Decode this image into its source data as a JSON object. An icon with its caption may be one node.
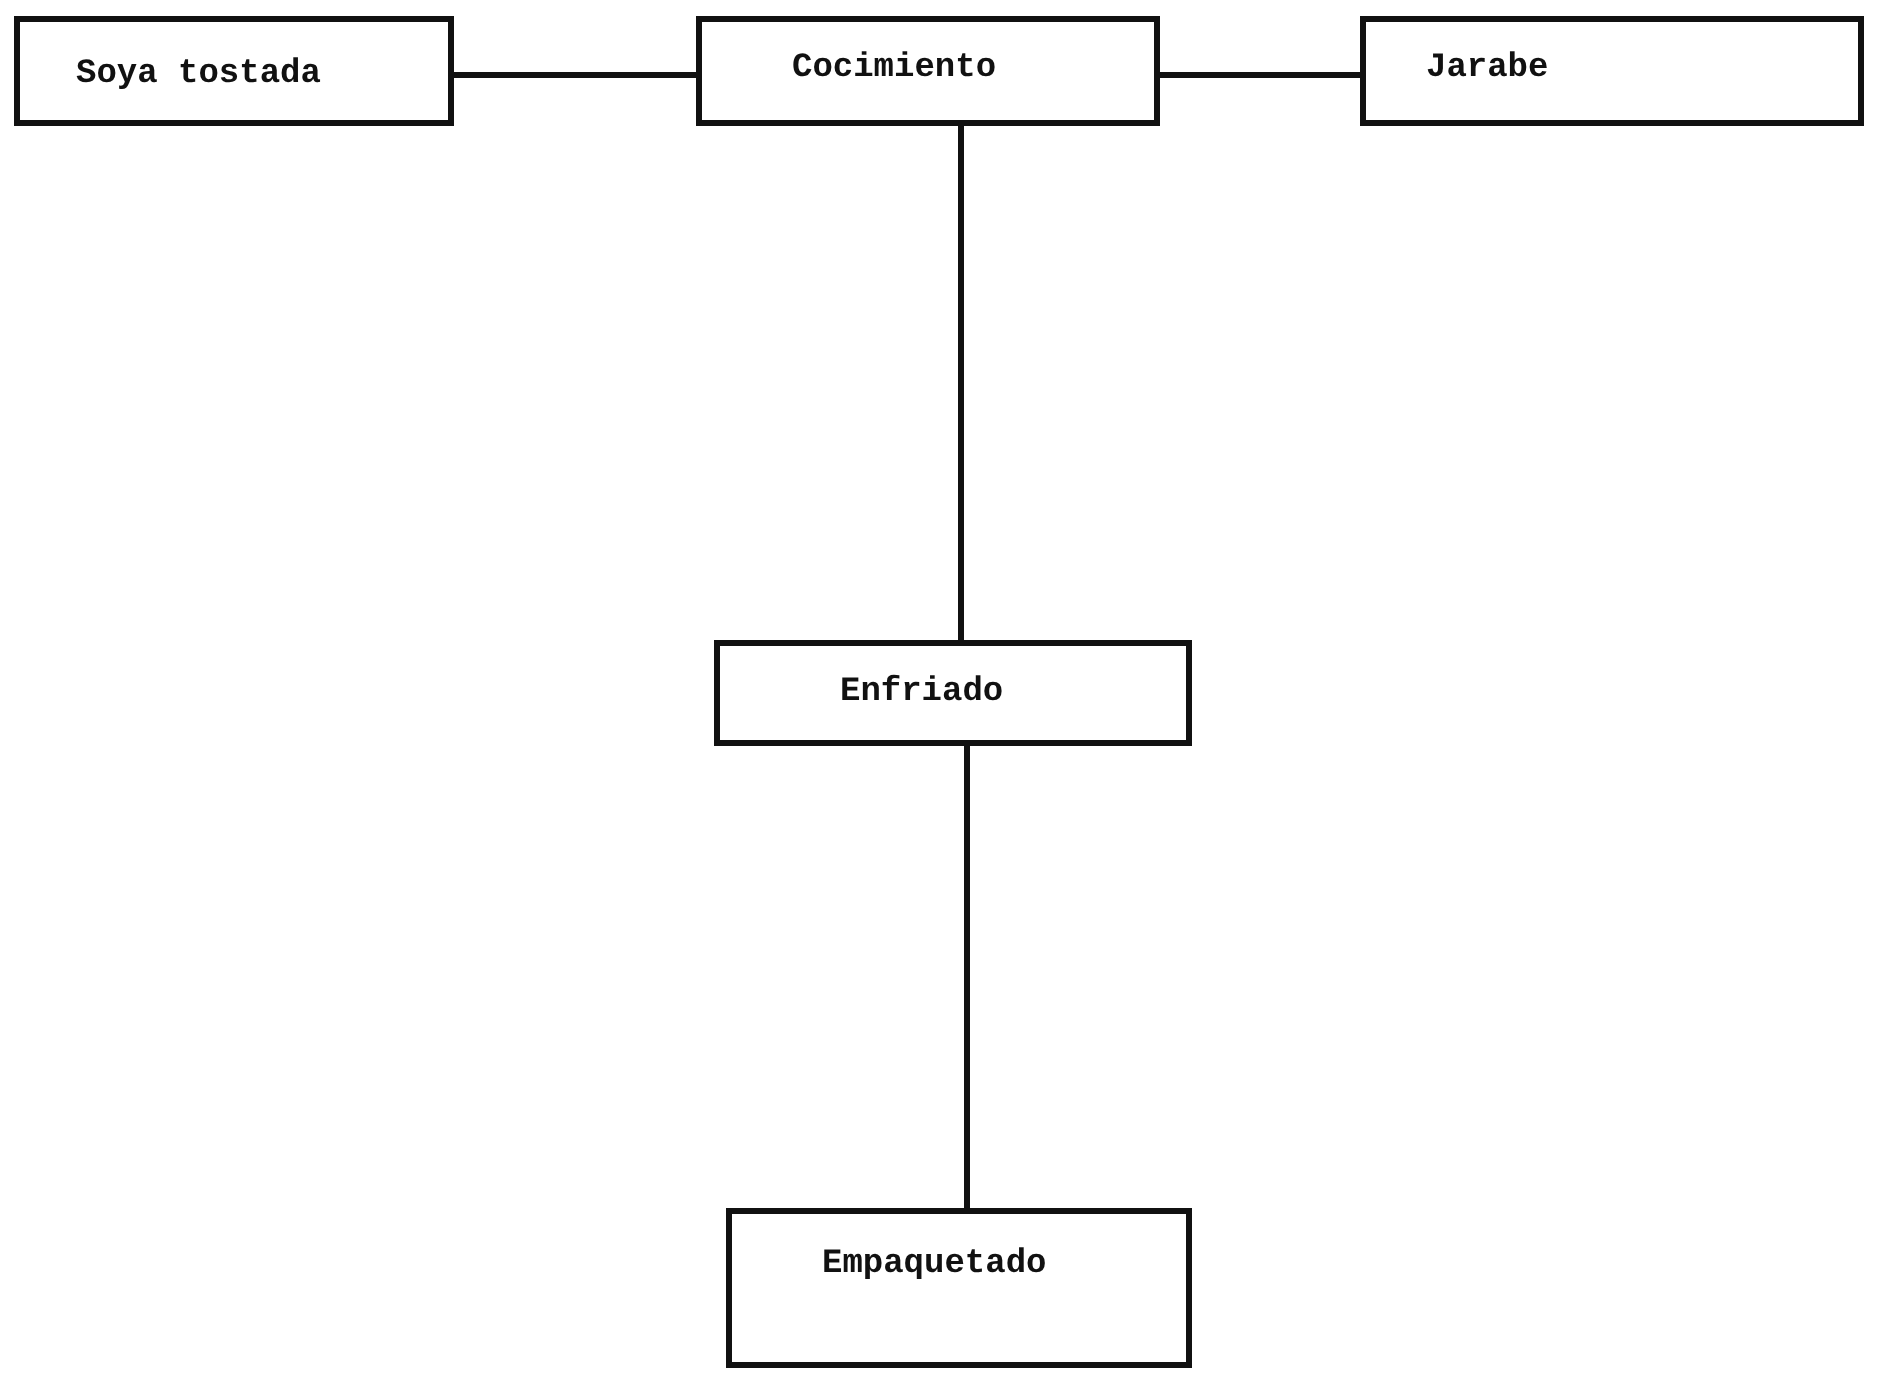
{
  "diagram": {
    "nodes": [
      {
        "text": [
          "Soya tostada"
        ]
      },
      {
        "text": [
          "Cocimiento"
        ]
      },
      {
        "text": [
          "Jarabe"
        ]
      },
      {
        "text": [
          "Enfriado"
        ]
      },
      {
        "text": [
          "Empaquetado"
        ]
      }
    ],
    "edges": [
      {
        "from": 0,
        "to": 1,
        "arrow": "none"
      },
      {
        "from": 2,
        "to": 1,
        "arrow": "none"
      },
      {
        "from": 1,
        "to": 3,
        "arrow": "none"
      },
      {
        "from": 3,
        "to": 4,
        "arrow": "none"
      }
    ]
  }
}
